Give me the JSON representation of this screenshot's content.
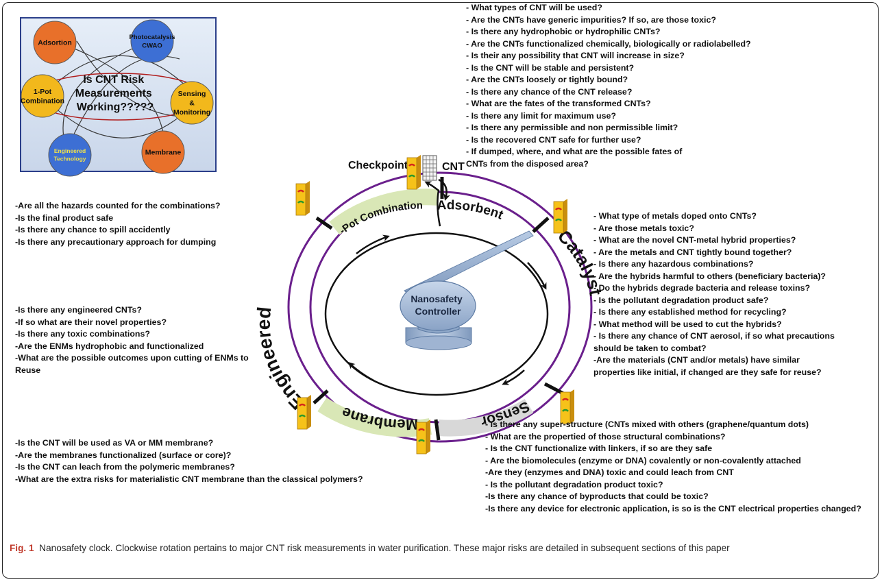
{
  "inset": {
    "center_text": [
      "Is CNT Risk",
      "Measurements",
      "Working?????"
    ],
    "nodes": [
      {
        "label": [
          "Adsortion"
        ],
        "color": "#e8702a"
      },
      {
        "label": [
          "Photocatalysis",
          "CWAO"
        ],
        "color": "#3d6fd4"
      },
      {
        "label": [
          "Sensing",
          "&",
          "Monitoring"
        ],
        "color": "#f2b81c"
      },
      {
        "label": [
          "Membrane"
        ],
        "color": "#e8702a"
      },
      {
        "label": [
          "Engineered",
          "Technology"
        ],
        "color": "#3d6fd4"
      },
      {
        "label": [
          "1-Pot",
          "Combination"
        ],
        "color": "#f2b81c"
      }
    ]
  },
  "clock": {
    "controller_label": [
      "Nanosafety",
      "Controller"
    ],
    "checkpoint_label": "Checkpoint",
    "cnt_label": "CNT",
    "sectors": {
      "adsorbent": "Adsorbent",
      "catalyst": "Catalyst",
      "sensor": "Sensor",
      "membrane": "Membrane",
      "engineered": "Engineered",
      "pot_combination": "-Pot Combination"
    }
  },
  "questions": {
    "cnt": [
      "- What types of CNT will be used?",
      "- Are the CNTs have generic impurities? If so, are those toxic?",
      "- Is there any hydrophobic or hydrophilic CNTs?",
      "- Are the CNTs functionalized chemically, biologically or radiolabelled?",
      "- Is their any possibility that CNT will increase in size?",
      "- Is the CNT will be stable and persistent?",
      "- Are the CNTs loosely or tightly bound?",
      "- Is there any chance of the CNT release?",
      "- What are the fates of the transformed CNTs?",
      "- Is there any limit for maximum use?",
      "- Is there any permissible and non permissible limit?",
      "- Is the recovered CNT safe for further use?",
      "- If dumped, where, and what are the possible fates of CNTs from the disposed area?"
    ],
    "combination": [
      "-Are all the hazards counted for the combinations?",
      "-Is the final product safe",
      "-Is there any chance to spill accidently",
      "-Is there any precautionary approach for dumping"
    ],
    "catalyst": [
      "- What type of metals doped onto CNTs?",
      "- Are those metals toxic?",
      "- What are the novel CNT-metal hybrid properties?",
      "- Are the metals and CNT tightly bound together?",
      "- Is there any hazardous combinations?",
      "- Are the hybrids harmful to others (beneficiary bacteria)?",
      "- Do the hybrids degrade bacteria and release toxins?",
      "- Is the pollutant degradation product safe?",
      "- Is there any established method for recycling?",
      "- What method will be used to cut the hybrids?",
      "- Is there any chance of CNT aerosol, if so what precautions should be taken to combat?",
      "-Are the materials (CNT and/or metals) have similar properties like initial, if changed are they safe for reuse?"
    ],
    "engineered": [
      "-Is there any engineered CNTs?",
      "-If so what are their novel properties?",
      "-Is there any toxic combinations?",
      "-Are the ENMs hydrophobic and functionalized",
      "-What are the possible outcomes upon cutting of ENMs to Reuse"
    ],
    "membrane": [
      "-Is the CNT will be used as  VA or MM membrane?",
      "-Are the membranes functionalized (surface or core)?",
      "-Is the CNT can leach from the polymeric membranes?",
      "-What are the extra risks for materialistic CNT membrane than the classical polymers?"
    ],
    "sensor": [
      "- Is there any super-structure (CNTs mixed with others (graphene/quantum dots)",
      "- What are the propertied of those structural combinations?",
      "- Is the CNT functionalize with linkers, if so are they safe",
      "- Are the biomolecules (enzyme or DNA) covalently or non-covalently attached",
      "-Are they (enzymes and DNA) toxic and could leach from CNT",
      "- Is the pollutant degradation product toxic?",
      "-Is there any chance of byproducts that could be toxic?",
      "-Is there any device for electronic application, is so is the CNT electrical properties changed?"
    ]
  },
  "caption": {
    "fig_label": "Fig. 1",
    "text": "Nanosafety clock. Clockwise rotation pertains to major CNT risk measurements in water purification. These major risks are detailed in subsequent sections of this paper"
  }
}
